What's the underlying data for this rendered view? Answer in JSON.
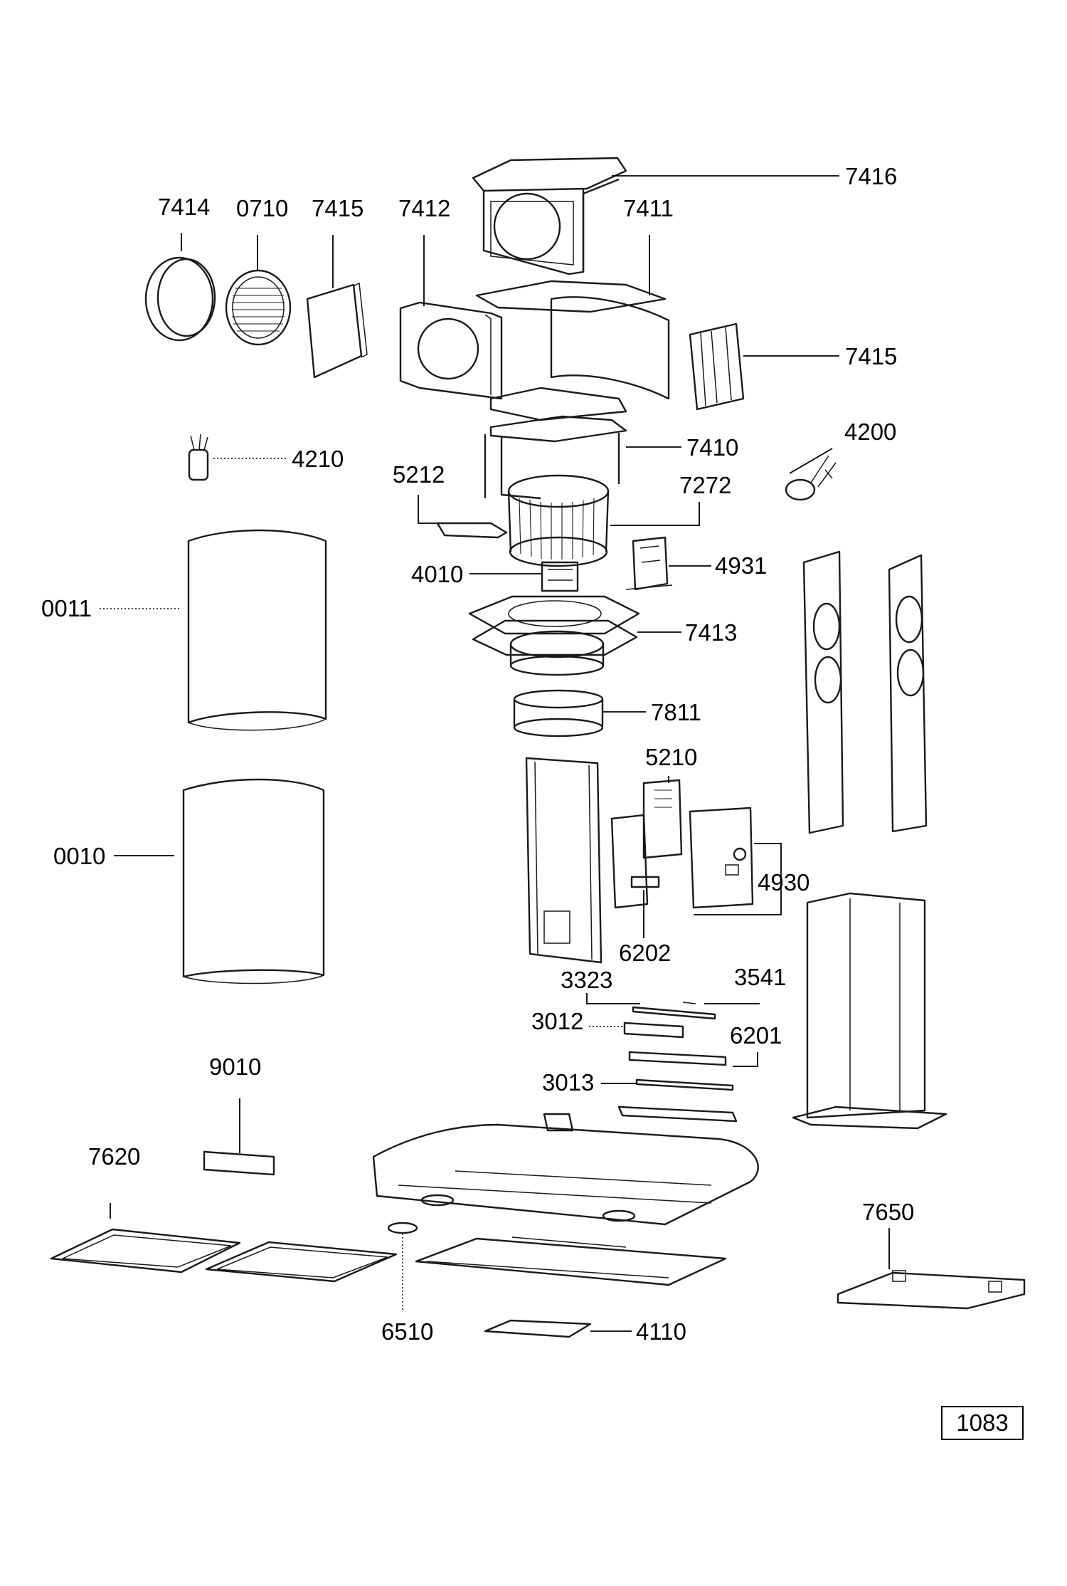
{
  "document_ref": "1083",
  "parts": [
    {
      "id": "0010",
      "label": "0010"
    },
    {
      "id": "0011",
      "label": "0011"
    },
    {
      "id": "0710",
      "label": "0710"
    },
    {
      "id": "3012",
      "label": "3012"
    },
    {
      "id": "3013",
      "label": "3013"
    },
    {
      "id": "3323",
      "label": "3323"
    },
    {
      "id": "3541",
      "label": "3541"
    },
    {
      "id": "4010",
      "label": "4010"
    },
    {
      "id": "4110",
      "label": "4110"
    },
    {
      "id": "4200",
      "label": "4200"
    },
    {
      "id": "4210",
      "label": "4210"
    },
    {
      "id": "4930",
      "label": "4930"
    },
    {
      "id": "4931",
      "label": "4931"
    },
    {
      "id": "5210",
      "label": "5210"
    },
    {
      "id": "5212",
      "label": "5212"
    },
    {
      "id": "6201",
      "label": "6201"
    },
    {
      "id": "6202",
      "label": "6202"
    },
    {
      "id": "6510",
      "label": "6510"
    },
    {
      "id": "7272",
      "label": "7272"
    },
    {
      "id": "7410",
      "label": "7410"
    },
    {
      "id": "7411",
      "label": "7411"
    },
    {
      "id": "7412",
      "label": "7412"
    },
    {
      "id": "7413",
      "label": "7413"
    },
    {
      "id": "7414",
      "label": "7414"
    },
    {
      "id": "7415",
      "label": "7415"
    },
    {
      "id": "7416",
      "label": "7416"
    },
    {
      "id": "7620",
      "label": "7620"
    },
    {
      "id": "7650",
      "label": "7650"
    },
    {
      "id": "7811",
      "label": "7811"
    },
    {
      "id": "9010",
      "label": "9010"
    }
  ]
}
